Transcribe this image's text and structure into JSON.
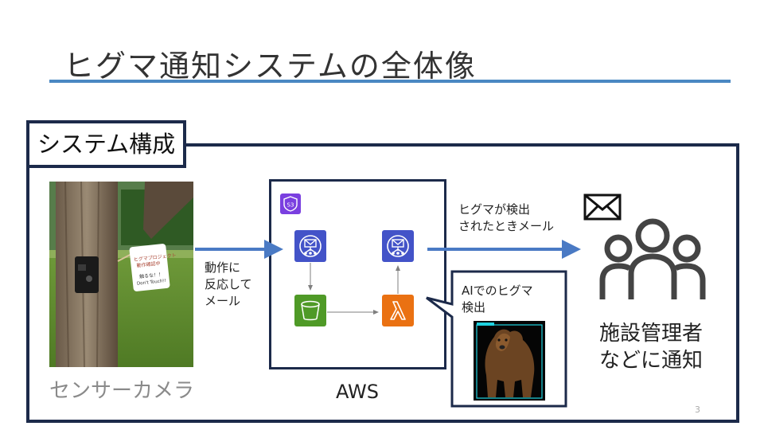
{
  "slide": {
    "title": "ヒグマ通知システムの全体像",
    "page_number": "3",
    "accent_color": "#4a88c2",
    "frame_color": "#1c2a4a"
  },
  "system": {
    "label": "システム構成"
  },
  "camera": {
    "label": "センサーカメラ",
    "sign_lines": [
      "ヒグマプロジェクト",
      "動作確認中",
      "触るな！！",
      "Don't Touch!!"
    ]
  },
  "flow": {
    "camera_to_aws_lines": [
      "動作に",
      "反応して",
      "メール"
    ],
    "aws_to_admin_lines": [
      "ヒグマが検出",
      "されたときメール"
    ]
  },
  "aws": {
    "label": "AWS",
    "badge_text": "S3",
    "services": [
      {
        "name": "sns-inbound",
        "icon": "sns-icon",
        "color": "#4353c8"
      },
      {
        "name": "s3-bucket",
        "icon": "s3-bucket-icon",
        "color": "#4f9a27"
      },
      {
        "name": "lambda",
        "icon": "lambda-icon",
        "color": "#ea7112"
      },
      {
        "name": "sns-outbound",
        "icon": "sns-icon",
        "color": "#4353c8"
      }
    ]
  },
  "ai": {
    "callout_lines": [
      "AIでのヒグマ",
      "検出"
    ]
  },
  "admin": {
    "label_lines": [
      "施設管理者",
      "などに通知"
    ],
    "icons": [
      "envelope-icon",
      "group-people-icon"
    ]
  }
}
